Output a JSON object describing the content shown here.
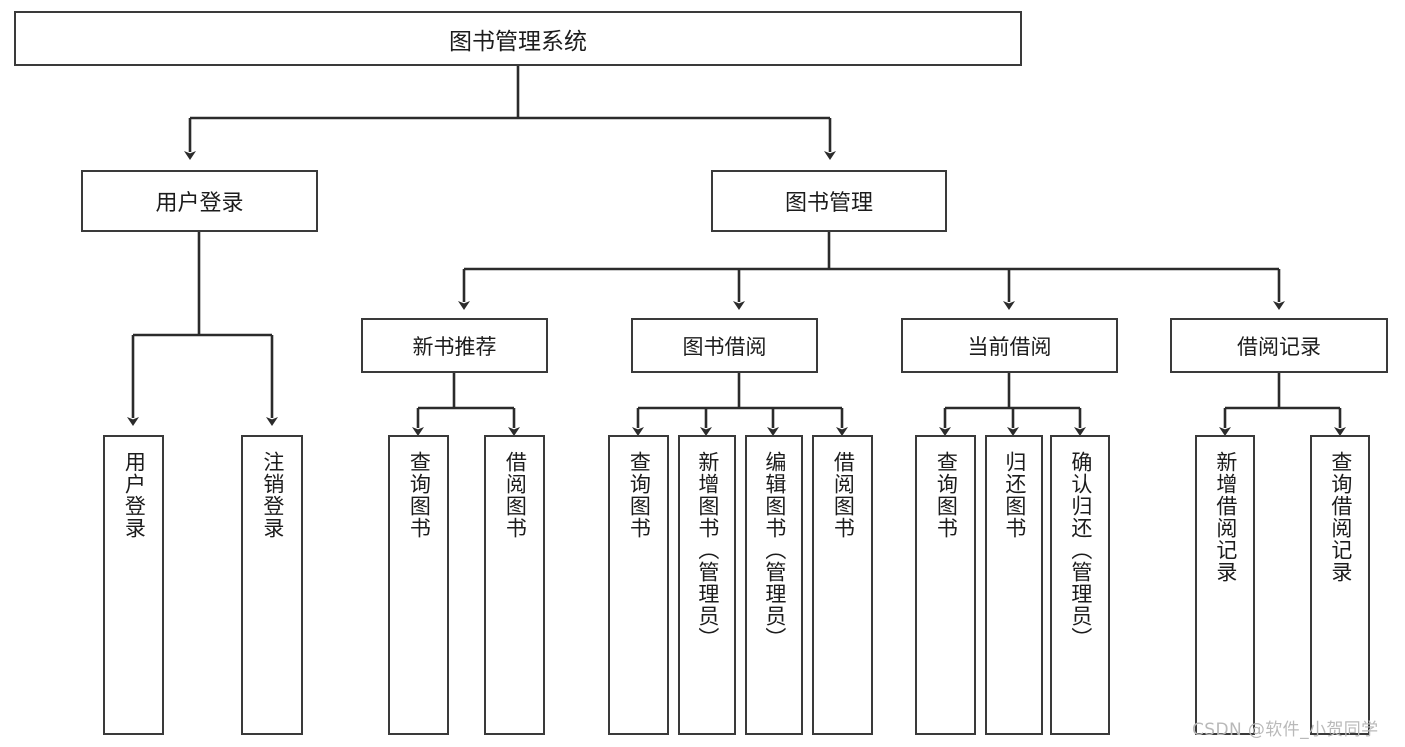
{
  "diagram": {
    "title": "图书管理系统",
    "type": "hierarchy-tree",
    "orientation": "top-down",
    "watermark": "CSDN @软件_小贺同学",
    "root": {
      "id": "root",
      "label": "图书管理系统"
    },
    "level1": [
      {
        "id": "user-login",
        "label": "用户登录"
      },
      {
        "id": "book-manage",
        "label": "图书管理"
      }
    ],
    "level2": [
      {
        "id": "new-book-rec",
        "label": "新书推荐",
        "parent": "book-manage"
      },
      {
        "id": "book-borrow",
        "label": "图书借阅",
        "parent": "book-manage"
      },
      {
        "id": "current-borrow",
        "label": "当前借阅",
        "parent": "book-manage"
      },
      {
        "id": "borrow-record",
        "label": "借阅记录",
        "parent": "book-manage"
      }
    ],
    "leaves": [
      {
        "id": "leaf-user-login",
        "label": "用户登录",
        "parent": "user-login"
      },
      {
        "id": "leaf-user-logout",
        "label": "注销登录",
        "parent": "user-login"
      },
      {
        "id": "leaf-rec-query-book",
        "label": "查询图书",
        "parent": "new-book-rec"
      },
      {
        "id": "leaf-rec-borrow-book",
        "label": "借阅图书",
        "parent": "new-book-rec"
      },
      {
        "id": "leaf-borrow-query-book",
        "label": "查询图书",
        "parent": "book-borrow"
      },
      {
        "id": "leaf-borrow-add-book",
        "label": "新增图书（管理员）",
        "parent": "book-borrow"
      },
      {
        "id": "leaf-borrow-edit-book",
        "label": "编辑图书（管理员）",
        "parent": "book-borrow"
      },
      {
        "id": "leaf-borrow-borrow-book",
        "label": "借阅图书",
        "parent": "book-borrow"
      },
      {
        "id": "leaf-current-query-book",
        "label": "查询图书",
        "parent": "current-borrow"
      },
      {
        "id": "leaf-current-return-book",
        "label": "归还图书",
        "parent": "current-borrow"
      },
      {
        "id": "leaf-current-confirm-return",
        "label": "确认归还（管理员）",
        "parent": "current-borrow"
      },
      {
        "id": "leaf-record-add",
        "label": "新增借阅记录",
        "parent": "borrow-record"
      },
      {
        "id": "leaf-record-query",
        "label": "查询借阅记录",
        "parent": "borrow-record"
      }
    ],
    "colors": {
      "border": "#3a3a3a",
      "background": "#ffffff",
      "text": "#1c1c1c",
      "watermark": "#b9b9b9"
    }
  }
}
